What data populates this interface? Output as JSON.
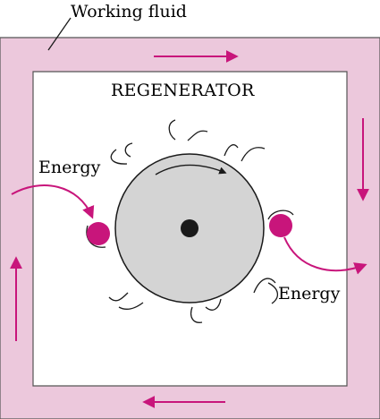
{
  "diagram": {
    "labels": {
      "working_fluid": "Working fluid",
      "regenerator": "REGENERATOR",
      "energy_in": "Energy",
      "energy_out": "Energy"
    },
    "colors": {
      "fluid_channel": "#ecc8dc",
      "arrow": "#c8157b",
      "wheel_fill": "#d4d4d4",
      "outline": "#1a1a1a"
    }
  }
}
